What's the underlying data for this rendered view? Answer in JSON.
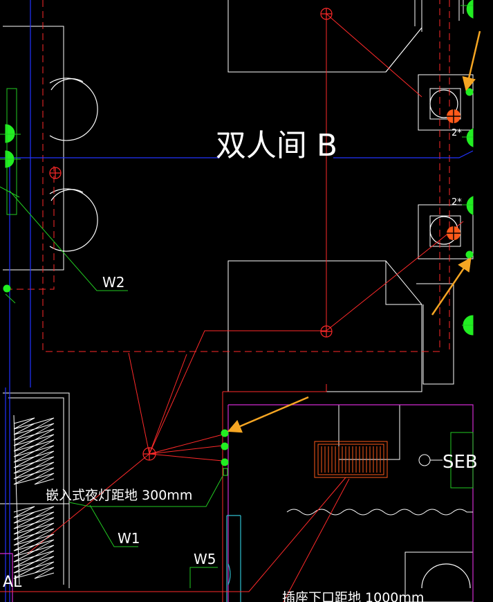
{
  "drawing": {
    "room_label": "双人间 B",
    "panel_label": "AL",
    "seb_label": "SEB",
    "circuits": [
      "W1",
      "W2",
      "W5"
    ],
    "note_night_light": "嵌入式夜灯距地 300mm",
    "note_socket": "插座下口距地 1000mm",
    "switch_marks": [
      "2*",
      "2*"
    ]
  },
  "colors": {
    "background": "#000000",
    "wall": "#ffffff",
    "cable_red": "#ff2a2a",
    "cable_blue": "#2233ff",
    "device_green": "#22ee22",
    "leader_green": "#22cc22",
    "highlight_arrow": "#f6a623",
    "magenta": "#d12bd1",
    "cyan": "#30c0d0",
    "orange_symbol": "#ff5a1a"
  }
}
